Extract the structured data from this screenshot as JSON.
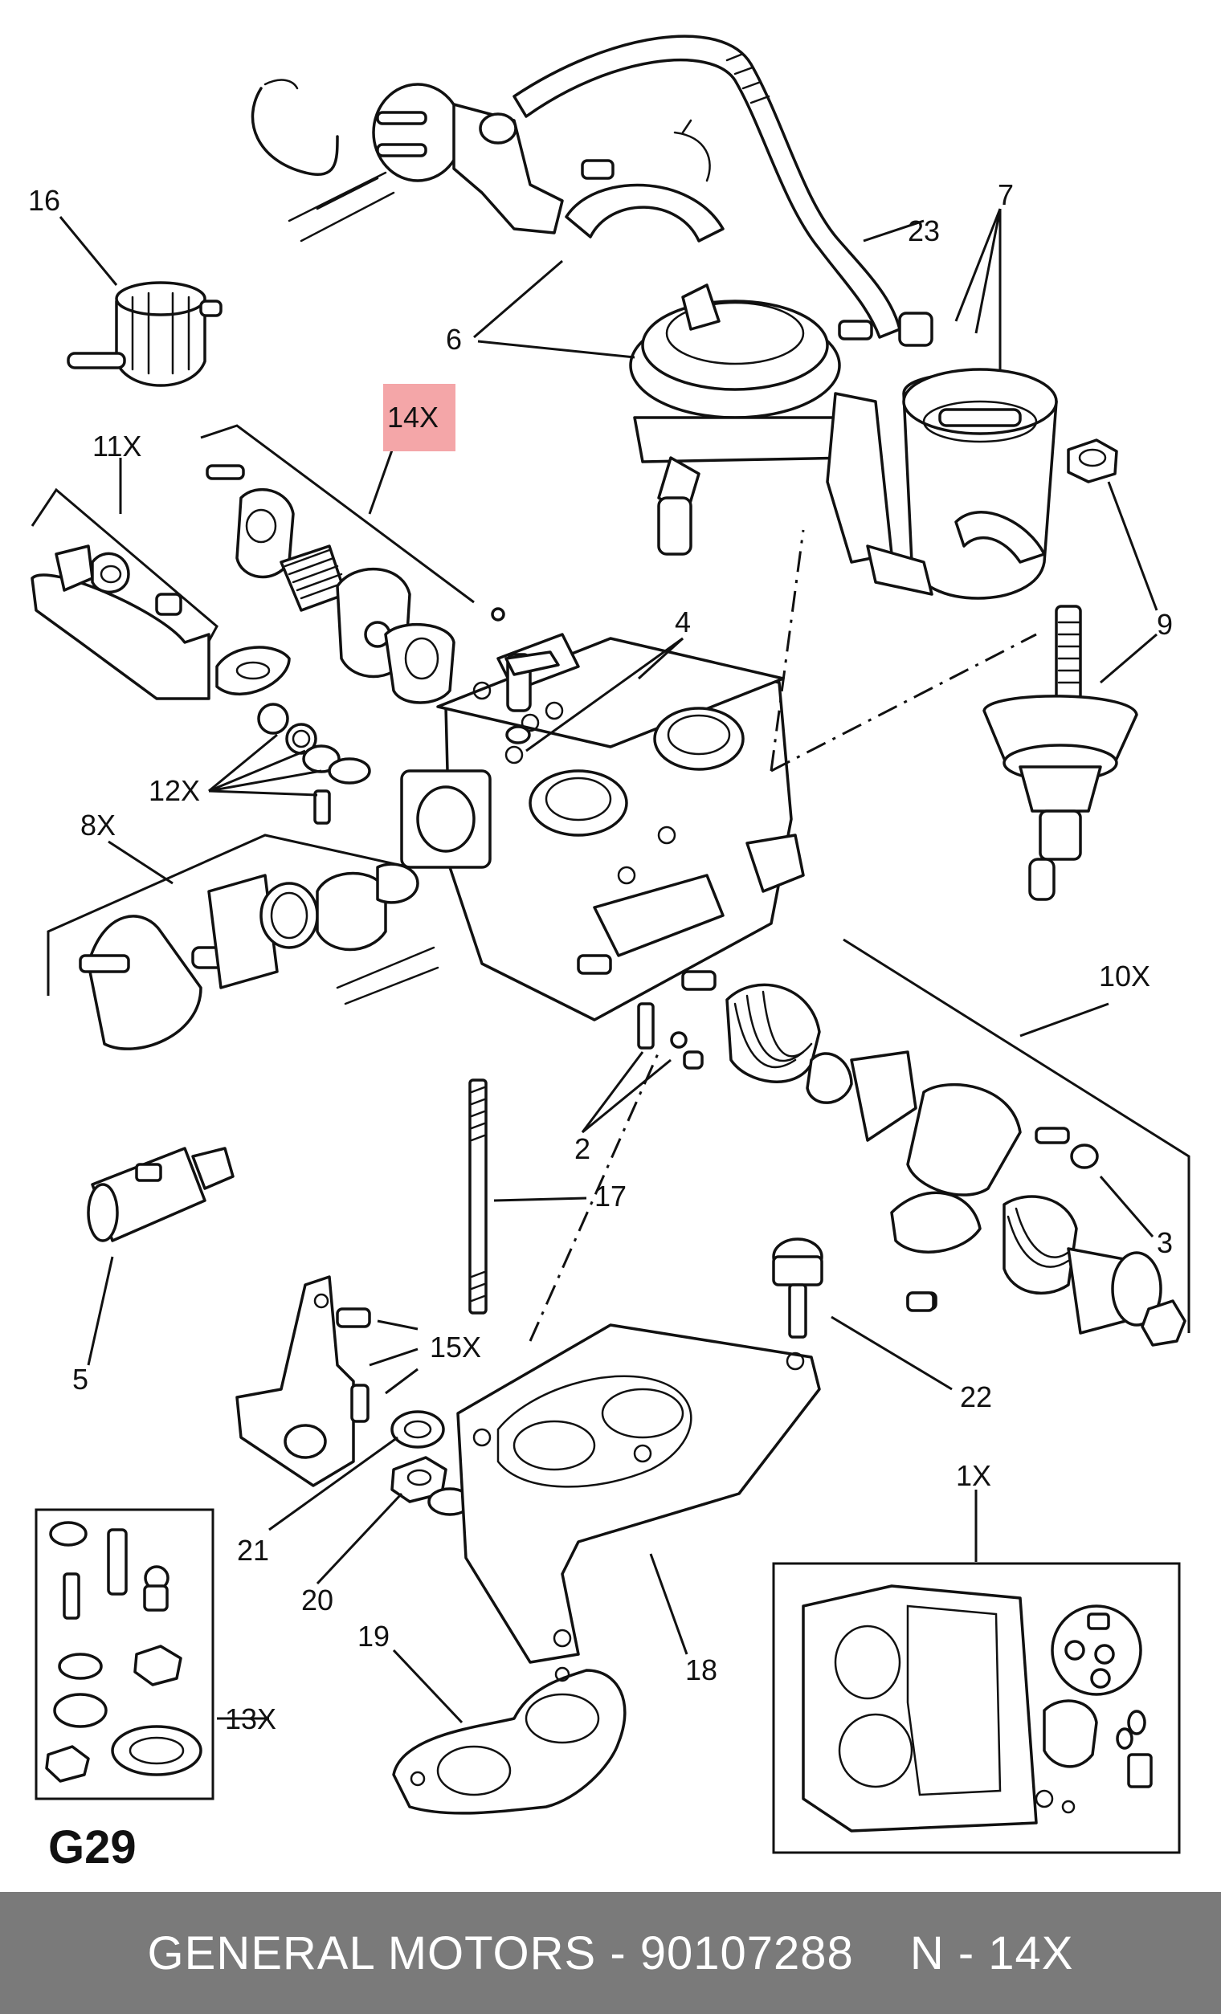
{
  "diagram": {
    "page_code": "G29",
    "highlighted_callout": "14X",
    "highlight_color": "#f4a6a8",
    "callouts": {
      "c1x": "1X",
      "c2": "2",
      "c3": "3",
      "c4": "4",
      "c5": "5",
      "c6": "6",
      "c7": "7",
      "c8x": "8X",
      "c9": "9",
      "c10x": "10X",
      "c11x": "11X",
      "c12x": "12X",
      "c13x": "13X",
      "c14x": "14X",
      "c15x": "15X",
      "c16": "16",
      "c17": "17",
      "c18": "18",
      "c19": "19",
      "c20": "20",
      "c21": "21",
      "c22": "22",
      "c23": "23"
    }
  },
  "footer": {
    "brand_part": "GENERAL MOTORS - 90107288",
    "ref": "N - 14X",
    "background": "#7a7a7a"
  }
}
